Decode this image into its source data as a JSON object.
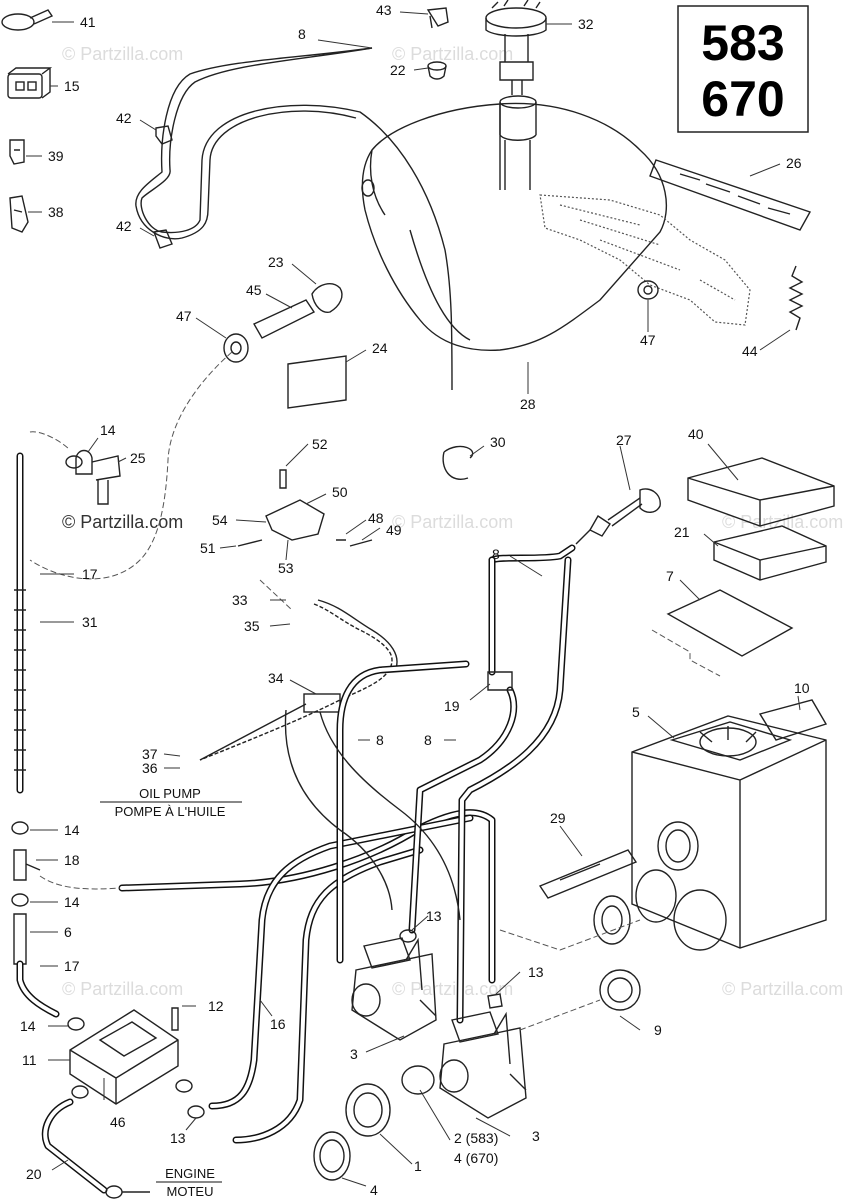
{
  "models": [
    "583",
    "670"
  ],
  "watermark": "© Partzilla.com",
  "callouts": [
    {
      "id": "c41",
      "text": "41"
    },
    {
      "id": "c15",
      "text": "15"
    },
    {
      "id": "c39",
      "text": "39"
    },
    {
      "id": "c38",
      "text": "38"
    },
    {
      "id": "c42a",
      "text": "42"
    },
    {
      "id": "c42b",
      "text": "42"
    },
    {
      "id": "c8a",
      "text": "8"
    },
    {
      "id": "c43",
      "text": "43"
    },
    {
      "id": "c22",
      "text": "22"
    },
    {
      "id": "c32",
      "text": "32"
    },
    {
      "id": "c26",
      "text": "26"
    },
    {
      "id": "c23",
      "text": "23"
    },
    {
      "id": "c45",
      "text": "45"
    },
    {
      "id": "c47a",
      "text": "47"
    },
    {
      "id": "c24",
      "text": "24"
    },
    {
      "id": "c28",
      "text": "28"
    },
    {
      "id": "c47b",
      "text": "47"
    },
    {
      "id": "c44",
      "text": "44"
    },
    {
      "id": "c14a",
      "text": "14"
    },
    {
      "id": "c25",
      "text": "25"
    },
    {
      "id": "c52",
      "text": "52"
    },
    {
      "id": "c50",
      "text": "50"
    },
    {
      "id": "c54",
      "text": "54"
    },
    {
      "id": "c51",
      "text": "51"
    },
    {
      "id": "c53",
      "text": "53"
    },
    {
      "id": "c48",
      "text": "48"
    },
    {
      "id": "c49",
      "text": "49"
    },
    {
      "id": "c30",
      "text": "30"
    },
    {
      "id": "c27",
      "text": "27"
    },
    {
      "id": "c40",
      "text": "40"
    },
    {
      "id": "c21",
      "text": "21"
    },
    {
      "id": "c7",
      "text": "7"
    },
    {
      "id": "c17a",
      "text": "17"
    },
    {
      "id": "c31",
      "text": "31"
    },
    {
      "id": "c8b",
      "text": "8"
    },
    {
      "id": "c33",
      "text": "33"
    },
    {
      "id": "c35",
      "text": "35"
    },
    {
      "id": "c34",
      "text": "34"
    },
    {
      "id": "c19",
      "text": "19"
    },
    {
      "id": "c8c",
      "text": "8"
    },
    {
      "id": "c8d",
      "text": "8"
    },
    {
      "id": "c10",
      "text": "10"
    },
    {
      "id": "c5",
      "text": "5"
    },
    {
      "id": "c37",
      "text": "37"
    },
    {
      "id": "c36",
      "text": "36"
    },
    {
      "id": "c14b",
      "text": "14"
    },
    {
      "id": "c18",
      "text": "18"
    },
    {
      "id": "c14c",
      "text": "14"
    },
    {
      "id": "c29",
      "text": "29"
    },
    {
      "id": "c6",
      "text": "6"
    },
    {
      "id": "c13a",
      "text": "13"
    },
    {
      "id": "c17b",
      "text": "17"
    },
    {
      "id": "c13b",
      "text": "13"
    },
    {
      "id": "c12",
      "text": "12"
    },
    {
      "id": "c14d",
      "text": "14"
    },
    {
      "id": "c16",
      "text": "16"
    },
    {
      "id": "c9",
      "text": "9"
    },
    {
      "id": "c11",
      "text": "11"
    },
    {
      "id": "c3a",
      "text": "3"
    },
    {
      "id": "c46",
      "text": "46"
    },
    {
      "id": "c13c",
      "text": "13"
    },
    {
      "id": "c3b",
      "text": "3"
    },
    {
      "id": "c2",
      "text": "2 (583)"
    },
    {
      "id": "c4b",
      "text": "4 (670)"
    },
    {
      "id": "c20",
      "text": "20"
    },
    {
      "id": "c1",
      "text": "1"
    },
    {
      "id": "c4a",
      "text": "4"
    }
  ],
  "captions": {
    "oil_pump_en": "OIL PUMP",
    "oil_pump_fr": "POMPE À L'HUILE",
    "engine_en": "ENGINE",
    "engine_fr": "MOTEU"
  }
}
